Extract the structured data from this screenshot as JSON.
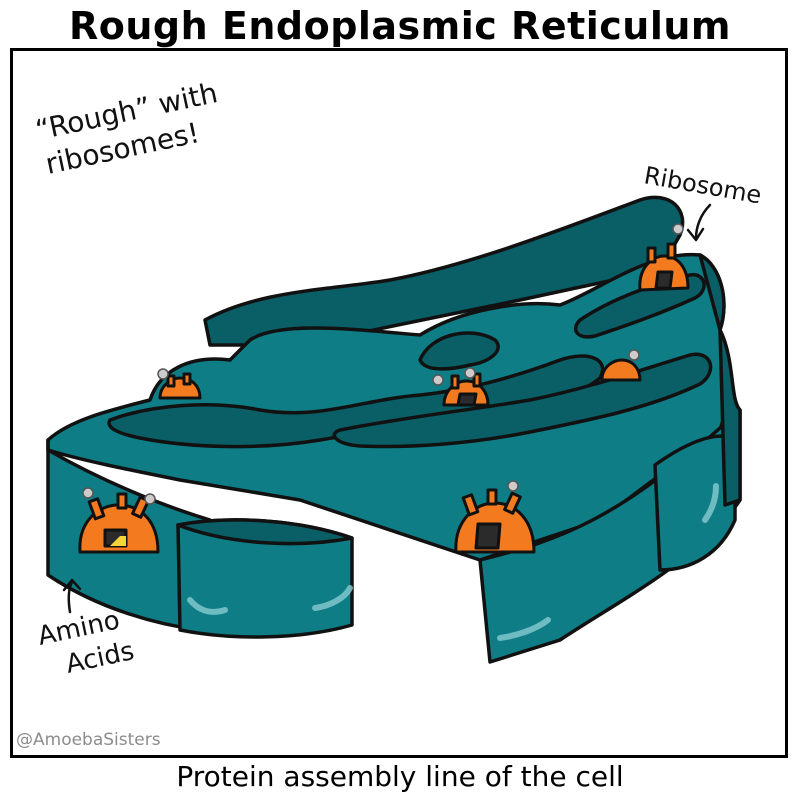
{
  "diagram": {
    "title": "Rough Endoplasmic Reticulum",
    "caption": "Protein assembly line of the cell",
    "credit": "@AmoebaSisters",
    "labels": {
      "rough_note_line1": "“Rough” with",
      "rough_note_line2": "ribosomes!",
      "ribosome": "Ribosome",
      "amino_line1": "Amino",
      "amino_line2": "Acids"
    },
    "colors": {
      "membrane": "#0e7d86",
      "membrane_dark": "#0a5e66",
      "lumen": "#0b6a72",
      "ribosome": "#f47a1f",
      "outline": "#111111"
    }
  }
}
